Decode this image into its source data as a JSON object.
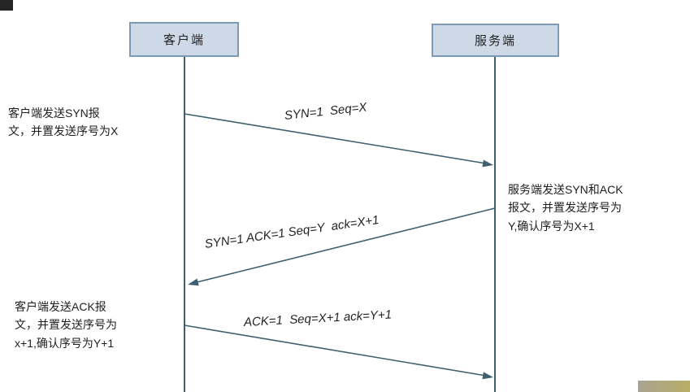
{
  "colors": {
    "box_fill": "#cdd9e7",
    "box_border": "#7e99b3",
    "line": "#3d5f6e",
    "text": "#1f1f1f"
  },
  "actors": {
    "client": {
      "label": "客户端"
    },
    "server": {
      "label": "服务端"
    }
  },
  "messages": {
    "syn": {
      "label": "SYN=1  Seq=X"
    },
    "synack": {
      "label": "SYN=1 ACK=1 Seq=Y  ack=X+1"
    },
    "ack": {
      "label": "ACK=1  Seq=X+1 ack=Y+1"
    }
  },
  "annotations": {
    "client_syn": {
      "text": "客户端发送SYN报\n文，并置发送序号为X"
    },
    "server_synack": {
      "text": "服务端发送SYN和ACK\n报文，并置发送序号为\nY,确认序号为X+1"
    },
    "client_ack": {
      "text": "客户端发送ACK报\n文，并置发送序号为\nx+1,确认序号为Y+1"
    }
  }
}
